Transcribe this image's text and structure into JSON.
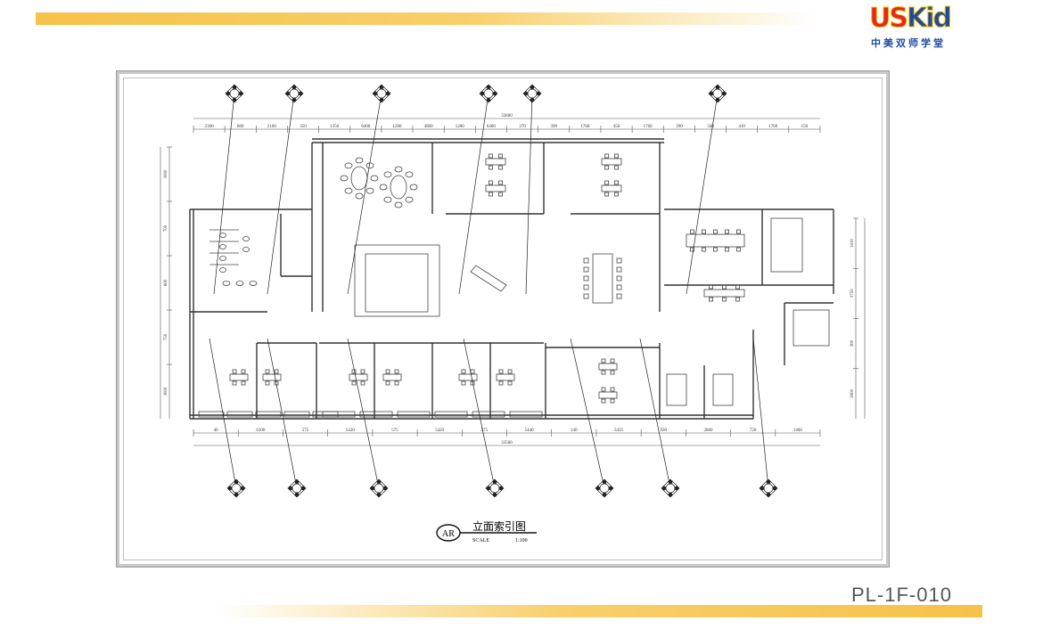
{
  "logo": {
    "brand_us": "US",
    "brand_kid": "Kid",
    "tagline": "中美双师学堂"
  },
  "drawing": {
    "title": "立面索引图",
    "symbol": "AR",
    "scale_label": "SCALE",
    "scale_value": "1:100",
    "top_total": "33600",
    "top_dims": [
      "2300",
      "800",
      "2100",
      "350",
      "1350",
      "6400",
      "1200",
      "4800",
      "1200",
      "6400",
      "270",
      "390",
      "1760",
      "450",
      "1760",
      "390",
      "340",
      "410",
      "1760",
      "150"
    ],
    "bottom_total": "33560",
    "bottom_dims": [
      "40",
      "6100",
      "575",
      "5420",
      "575",
      "5420",
      "575",
      "5440",
      "140",
      "3435",
      "930",
      "2860",
      "720",
      "1460"
    ],
    "left_dims": [
      "3000",
      "700",
      "600",
      "750",
      "3000"
    ],
    "right_dims": [
      "1410",
      "3750",
      "300",
      "3000"
    ]
  },
  "page_code": "PL-1F-010"
}
